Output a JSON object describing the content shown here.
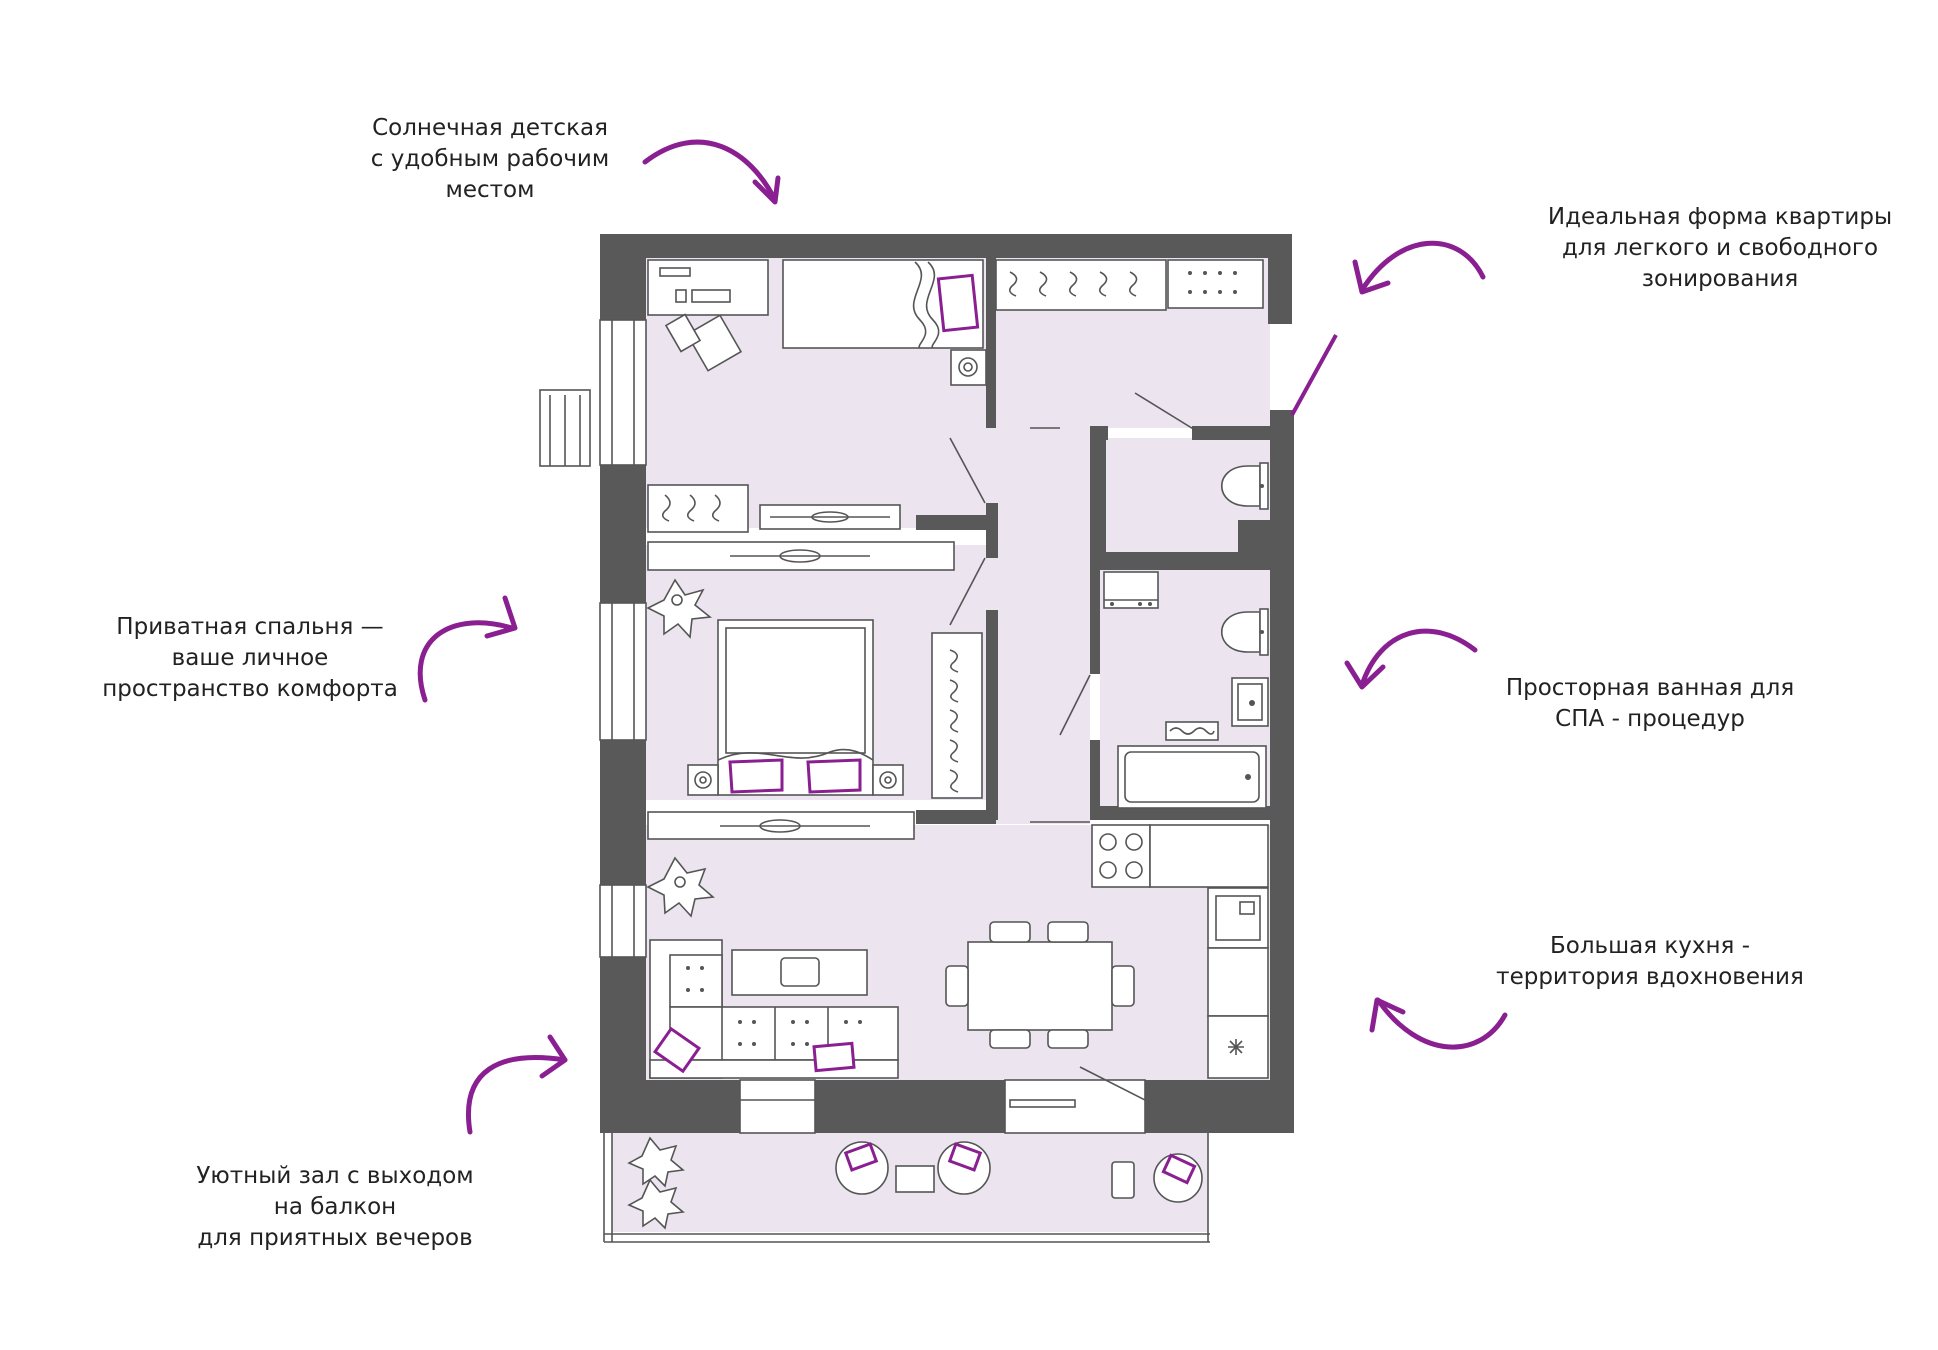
{
  "labels": {
    "children_room": "Солнечная детская\nс удобным рабочим\nместом",
    "apartment_shape": "Идеальная форма квартиры\nдля легкого и свободного\nзонирования",
    "bedroom": "Приватная спальня —\nваше личное\nпространство комфорта",
    "bathroom": "Просторная ванная для\nСПА - процедур",
    "kitchen": "Большая кухня -\nтерритория вдохновения",
    "living_room": "Уютный зал с выходом\nна балкон\nдля приятных вечеров"
  },
  "colors": {
    "accent": "#8a1f91",
    "wall": "#595959",
    "floor": "#ece4ef",
    "text": "#222222"
  },
  "icons": [
    "curved-arrow-icon",
    "plant-icon",
    "pillow-icon",
    "armchair-icon",
    "toilet-icon",
    "bathtub-icon",
    "stove-icon",
    "sink-icon",
    "bed-icon",
    "desk-icon",
    "sofa-icon",
    "dining-table-icon"
  ]
}
